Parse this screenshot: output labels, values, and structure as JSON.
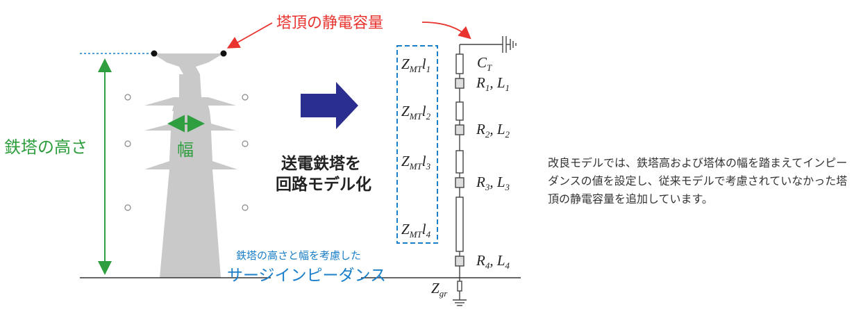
{
  "title_capacitance": "塔頂の静電容量",
  "tower_height_label": "鉄塔の高さ",
  "width_label": "幅",
  "conversion_label": [
    "送電鉄塔を",
    "回路モデル化"
  ],
  "surge_note": "鉄塔の高さと幅を考慮した",
  "surge_title": "サージインピーダンス",
  "impedance_label": "Z",
  "impedance_sub": "MT",
  "segment_lengths": [
    "l",
    "l",
    "l",
    "l"
  ],
  "segment_subs": [
    "1",
    "2",
    "3",
    "4"
  ],
  "capacitor_label": "C",
  "capacitor_sub": "T",
  "rl_labels": [
    {
      "r": "R",
      "l": "L",
      "sub": "1"
    },
    {
      "r": "R",
      "l": "L",
      "sub": "2"
    },
    {
      "r": "R",
      "l": "L",
      "sub": "3"
    },
    {
      "r": "R",
      "l": "L",
      "sub": "4"
    }
  ],
  "ground_label": "Z",
  "ground_sub": "gr",
  "description": "改良モデルでは、鉄塔高および塔体の幅を踏まえてインピーダンスの値を設定し、従来モデルで考慮されていなかった塔頂の静電容量を追加しています。",
  "colors": {
    "red": "#e8332e",
    "green": "#2e9e3e",
    "blue": "#1a7ec8",
    "navy": "#2a2e8f",
    "tower": "#c9c9c9"
  }
}
